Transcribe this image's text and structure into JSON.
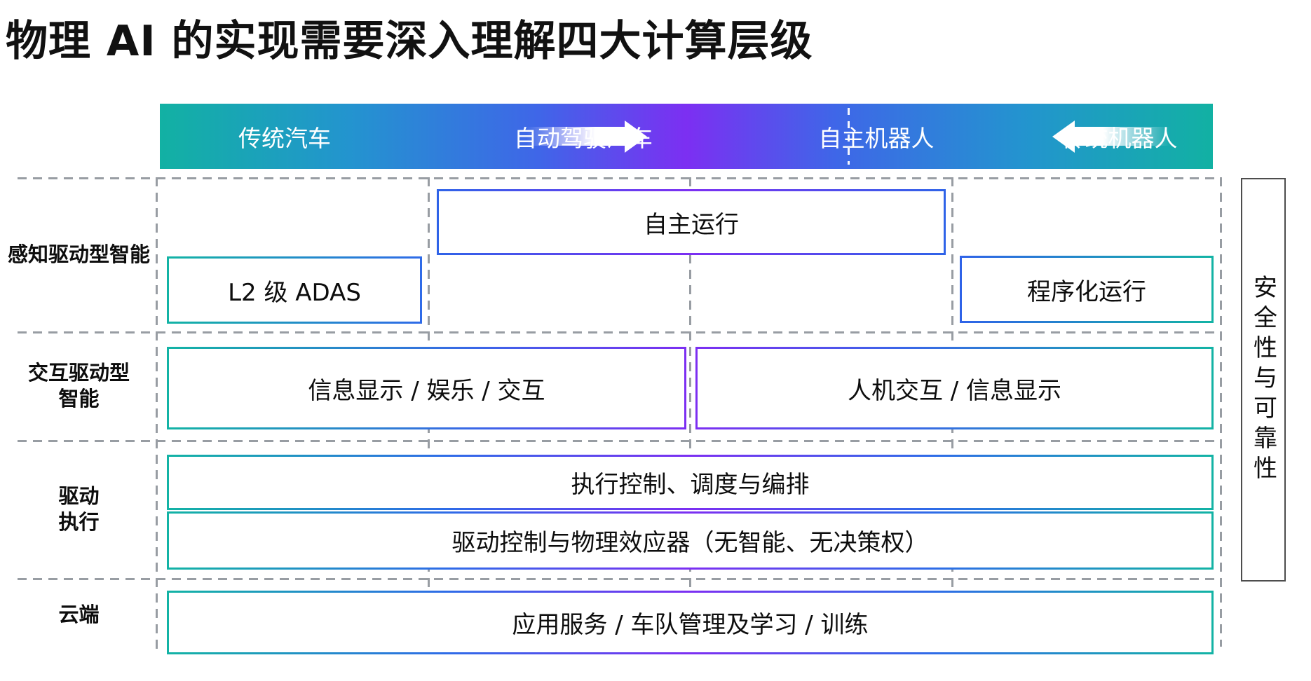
{
  "title": "物理 AI 的实现需要深入理解四大计算层级",
  "colors": {
    "teal": "#13b3a5",
    "blue": "#2f6be8",
    "purple": "#7c2ff2",
    "dash": "#989da3"
  },
  "top_bar": {
    "labels": {
      "traditional_car": "传统汽车",
      "autonomous_car": "自动驾驶汽车",
      "autonomous_robot": "自主机器人",
      "traditional_robot": "传统机器人"
    }
  },
  "rows": {
    "perception": "感知驱动型智能",
    "interaction": "交互驱动型\n智能",
    "drive": "驱动\n执行",
    "cloud": "云端"
  },
  "boxes": {
    "autonomous_operation": "自主运行",
    "l2_adas": "L2 级 ADAS",
    "programmed_operation": "程序化运行",
    "info_display_entertainment": "信息显示 / 娱乐 / 交互",
    "hmi_info_display": "人机交互 / 信息显示",
    "execution_control": "执行控制、调度与编排",
    "drive_control": "驱动控制与物理效应器（无智能、无决策权）",
    "cloud_services": "应用服务 / 车队管理及学习 / 训练"
  },
  "side_label": "安全性与可靠性"
}
